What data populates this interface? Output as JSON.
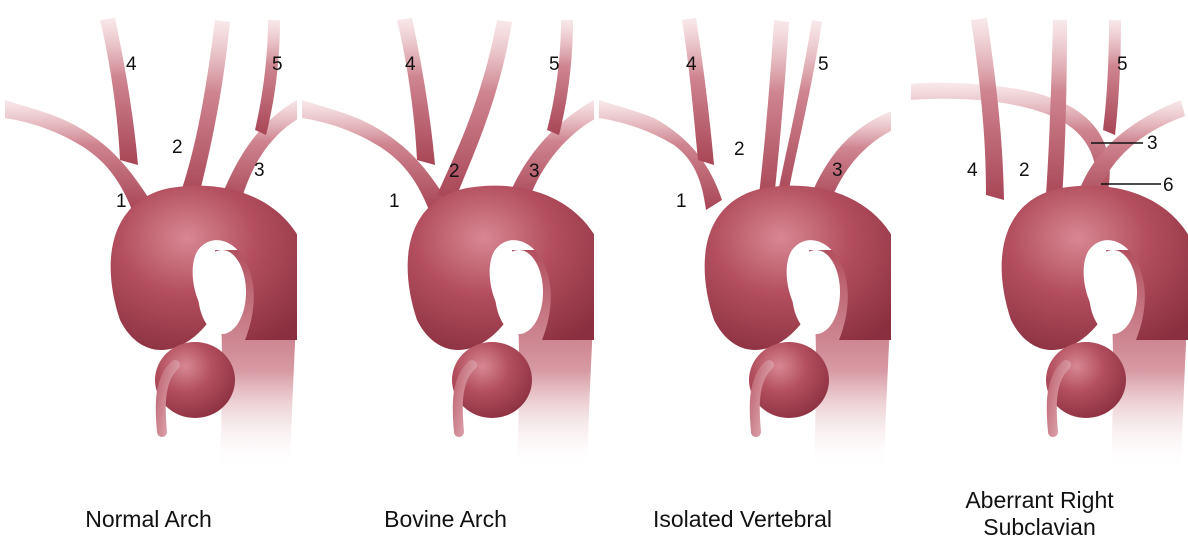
{
  "colors": {
    "vessel_dark": "#9b3a4a",
    "vessel_mid": "#bb5a68",
    "vessel_light": "#e9b9bf",
    "background": "#ffffff",
    "text": "#111111"
  },
  "panels": [
    {
      "caption": [
        "Normal Arch"
      ],
      "labels": {
        "l1": "1",
        "l2": "2",
        "l3": "3",
        "l4": "4",
        "l5": "5"
      }
    },
    {
      "caption": [
        "Bovine Arch"
      ],
      "labels": {
        "l1": "1",
        "l2": "2",
        "l3": "3",
        "l4": "4",
        "l5": "5"
      }
    },
    {
      "caption": [
        "Isolated Vertebral"
      ],
      "labels": {
        "l1": "1",
        "l2": "2",
        "l3": "3",
        "l4": "4",
        "l5": "5"
      }
    },
    {
      "caption": [
        "Aberrant Right",
        "Subclavian"
      ],
      "labels": {
        "l2": "2",
        "l3": "3",
        "l4": "4",
        "l5": "5",
        "l6": "6"
      }
    }
  ]
}
